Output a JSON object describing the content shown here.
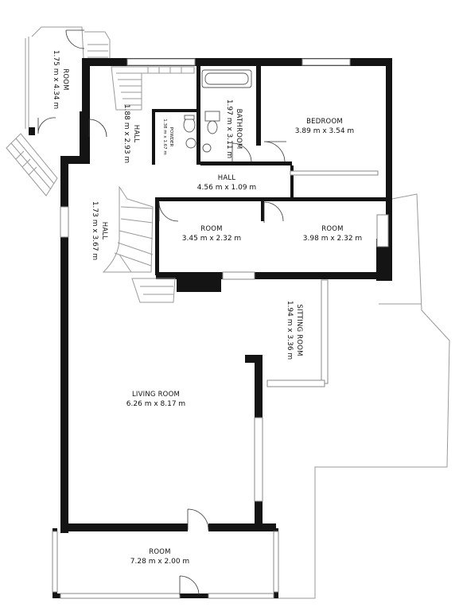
{
  "rooms": {
    "room_top_left": {
      "name": "ROOM",
      "dims": "1.75 m x 4.34 m"
    },
    "hall_top": {
      "name": "HALL",
      "dims": "1.88 m x 2.93 m"
    },
    "powder": {
      "name": "POWDER",
      "dims": "1.38 m x 1.67 m"
    },
    "bathroom": {
      "name": "BATHROOM",
      "dims": "1.97 m x 3.11 m"
    },
    "bedroom": {
      "name": "BEDROOM",
      "dims": "3.89 m x 3.54 m"
    },
    "hall_mid": {
      "name": "HALL",
      "dims": "4.56 m x 1.09 m"
    },
    "hall_left": {
      "name": "HALL",
      "dims": "1.73 m x 3.67 m"
    },
    "room_mid_left": {
      "name": "ROOM",
      "dims": "3.45 m x 2.32 m"
    },
    "room_mid_right": {
      "name": "ROOM",
      "dims": "3.98 m x 2.32 m"
    },
    "sitting_room": {
      "name": "SITTING ROOM",
      "dims": "1.94 m x 3.36 m"
    },
    "living_room": {
      "name": "LIVING ROOM",
      "dims": "6.26 m x 8.17 m"
    },
    "room_bottom": {
      "name": "ROOM",
      "dims": "7.28 m x 2.00 m"
    }
  }
}
